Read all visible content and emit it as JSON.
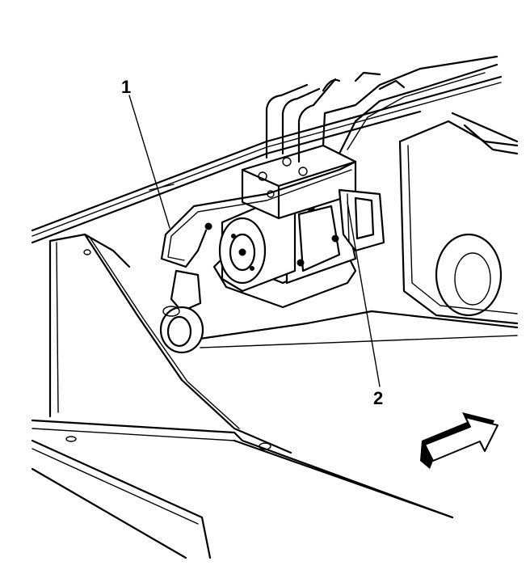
{
  "callouts": [
    {
      "id": "1",
      "label": "1"
    },
    {
      "id": "2",
      "label": "2"
    }
  ],
  "icons": {
    "direction": "forward-arrow-icon"
  },
  "colors": {
    "line": "#000000",
    "background": "#ffffff"
  }
}
